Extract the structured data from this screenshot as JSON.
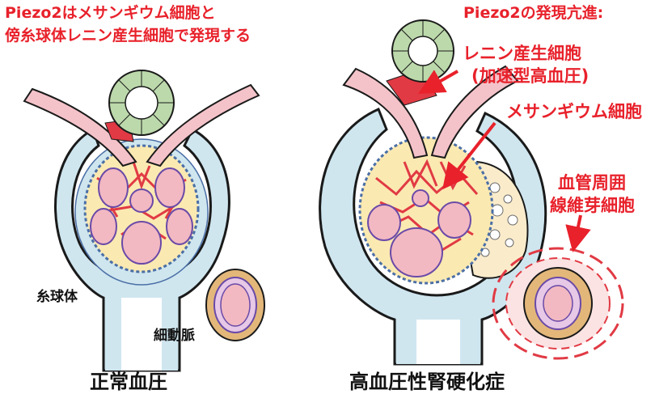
{
  "headline_left": {
    "line1": "Piezo2はメサンギウム細胞と",
    "line2": "傍糸球体レニン産生細胞で発現する"
  },
  "headline_right": "Piezo2の発現亢進:",
  "labels": {
    "renin_cells": "レニン産生細胞",
    "renin_cells_sub": "(加速型高血圧)",
    "mesangial_cells": "メサンギウム細胞",
    "perivascular_1": "血管周囲",
    "perivascular_2": "線維芽細胞",
    "glomerulus": "糸球体",
    "arteriole": "細動脈"
  },
  "captions": {
    "left": "正常血圧",
    "right": "高血圧性腎硬化症"
  },
  "colors": {
    "text_red": "#e8212b",
    "capsule_blue": "#cfe6ef",
    "capillary_pink": "#f2b9c2",
    "mesangium_yellow": "#fbe9b2",
    "mesangial_red": "#e13a44",
    "tubule_green": "#bcd9ab",
    "sclerosis_cream": "#faeccb",
    "media_tan": "#e3b77a"
  }
}
